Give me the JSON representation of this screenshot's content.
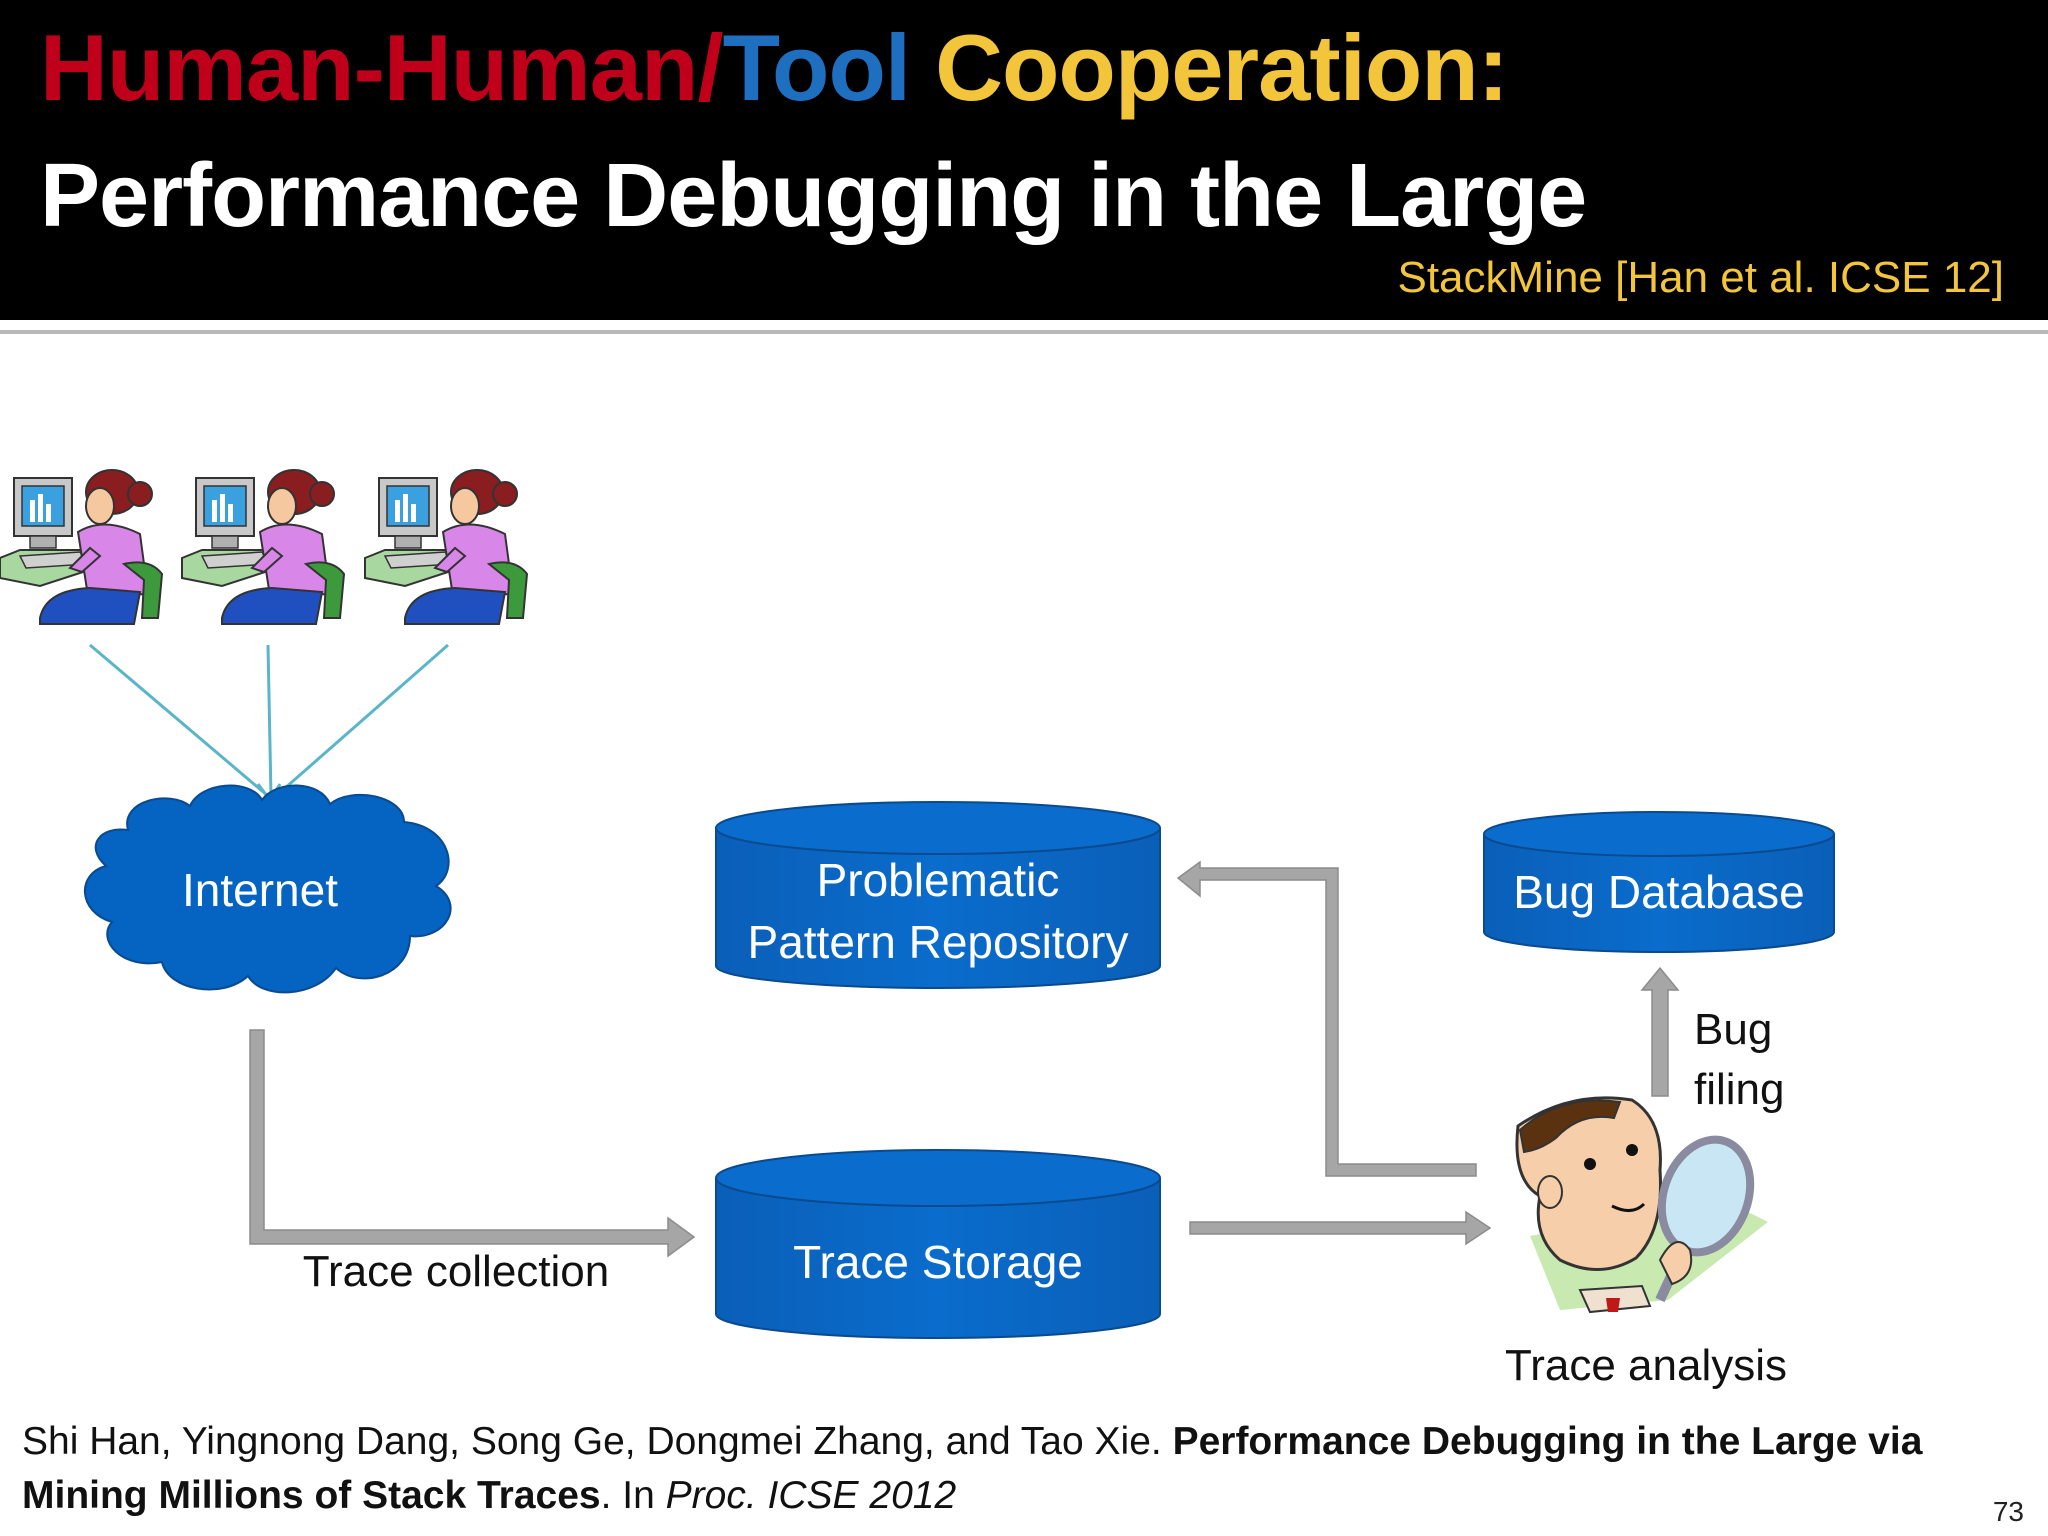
{
  "header": {
    "title_part1": "Human-Human/",
    "title_part2": "Tool",
    "title_part3": " Cooperation:",
    "subtitle": "Performance Debugging in the Large",
    "reference": "StackMine [Han et al. ICSE 12]"
  },
  "diagram": {
    "cloud_label": "Internet",
    "repository_label_line1": "Problematic",
    "repository_label_line2": "Pattern Repository",
    "bug_db_label": "Bug Database",
    "trace_storage_label": "Trace Storage",
    "trace_collection_label": "Trace collection",
    "bug_filing_line1": "Bug",
    "bug_filing_line2": "filing",
    "trace_analysis_label": "Trace analysis",
    "colors": {
      "db_blue": "#0563c1",
      "arrow_gray": "#a6a6a6",
      "user_link": "#5bb5c9"
    }
  },
  "citation": {
    "authors": "Shi Han, Yingnong Dang, Song Ge, Dongmei Zhang, and Tao Xie. ",
    "title": "Performance Debugging in the Large via Mining Millions of Stack Traces",
    "venue_prefix": ". In ",
    "venue": "Proc. ICSE 2012"
  },
  "page_number": "73"
}
